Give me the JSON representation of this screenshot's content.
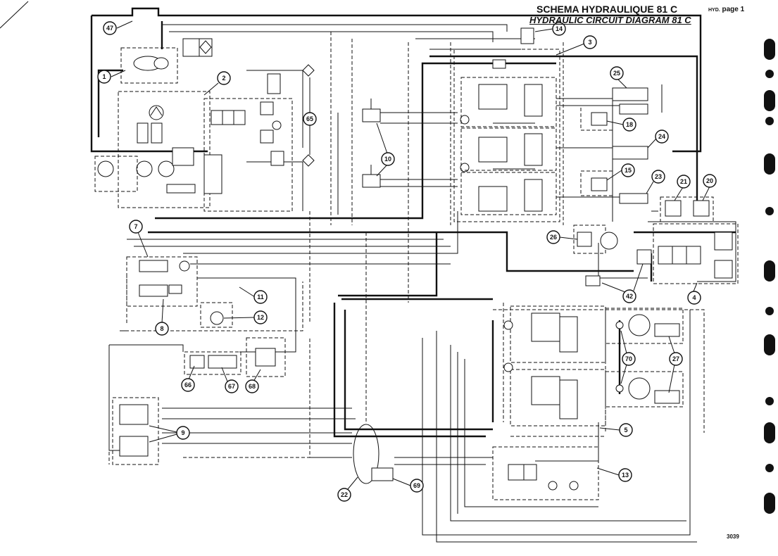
{
  "header": {
    "title_fr": "SCHEMA HYDRAULIQUE 81 C",
    "title_en": "HYDRAULIC CIRCUIT DIAGRAM 81 C",
    "page_prefix": "HYD.",
    "page_label": "page 1"
  },
  "footer": {
    "sheet_number": "3039"
  },
  "callouts": [
    {
      "label": "47"
    },
    {
      "label": "1"
    },
    {
      "label": "2"
    },
    {
      "label": "14"
    },
    {
      "label": "3"
    },
    {
      "label": "25"
    },
    {
      "label": "18"
    },
    {
      "label": "24"
    },
    {
      "label": "15"
    },
    {
      "label": "23"
    },
    {
      "label": "21"
    },
    {
      "label": "20"
    },
    {
      "label": "26"
    },
    {
      "label": "4"
    },
    {
      "label": "42"
    },
    {
      "label": "65"
    },
    {
      "label": "10"
    },
    {
      "label": "7"
    },
    {
      "label": "8"
    },
    {
      "label": "11"
    },
    {
      "label": "12"
    },
    {
      "label": "66"
    },
    {
      "label": "67"
    },
    {
      "label": "68"
    },
    {
      "label": "9"
    },
    {
      "label": "22"
    },
    {
      "label": "69"
    },
    {
      "label": "70"
    },
    {
      "label": "27"
    },
    {
      "label": "5"
    },
    {
      "label": "13"
    }
  ]
}
